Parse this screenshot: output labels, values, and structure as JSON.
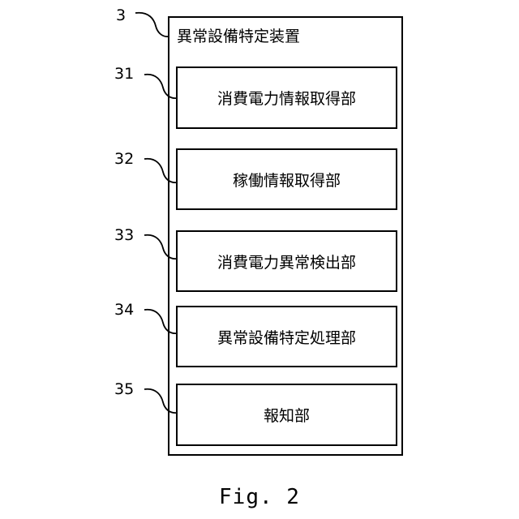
{
  "device": {
    "ref": "3",
    "title": "異常設備特定装置"
  },
  "modules": [
    {
      "ref": "31",
      "label": "消費電力情報取得部"
    },
    {
      "ref": "32",
      "label": "稼働情報取得部"
    },
    {
      "ref": "33",
      "label": "消費電力異常検出部"
    },
    {
      "ref": "34",
      "label": "異常設備特定処理部"
    },
    {
      "ref": "35",
      "label": "報知部"
    }
  ],
  "caption": "Fig. 2"
}
